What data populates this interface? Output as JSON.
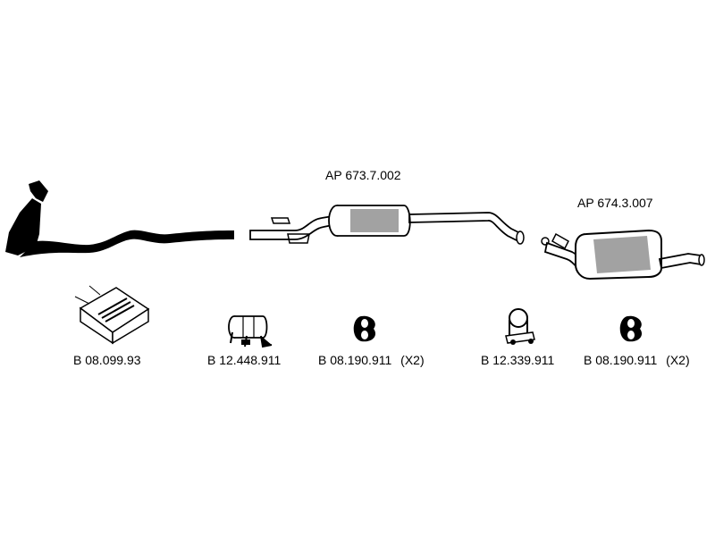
{
  "assemblies": [
    {
      "part_number": "AP 673.7.002",
      "name": "middle-silencer"
    },
    {
      "part_number": "AP 674.3.007",
      "name": "rear-silencer"
    }
  ],
  "fittings": [
    {
      "part_number": "B 08.099.93",
      "icon": "mounting-kit-box-icon"
    },
    {
      "part_number": "B 12.448.911",
      "icon": "pipe-clamp-sleeve-icon"
    },
    {
      "part_number": "B 08.190.911",
      "quantity": "(X2)",
      "icon": "rubber-hanger-ring-icon"
    },
    {
      "part_number": "B 12.339.911",
      "icon": "u-bolt-clamp-icon"
    },
    {
      "part_number": "B 08.190.911",
      "quantity": "(X2)",
      "icon": "rubber-hanger-ring-icon"
    }
  ],
  "colors": {
    "ink": "#000000",
    "background": "#ffffff",
    "metal_shade": "#555555"
  }
}
